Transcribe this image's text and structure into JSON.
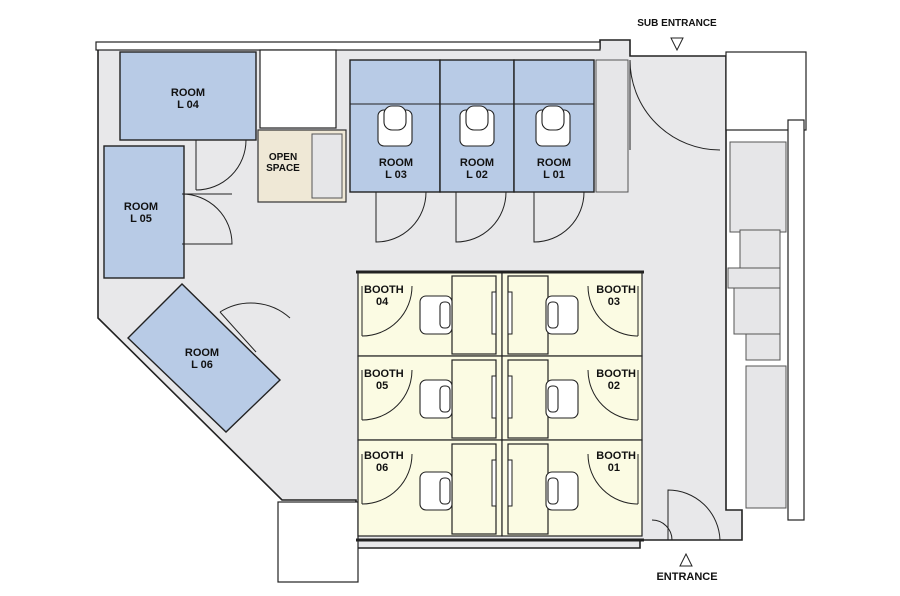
{
  "markers": {
    "sub_entrance": "SUB ENTRANCE",
    "entrance": "ENTRANCE"
  },
  "rooms": {
    "l04": [
      "ROOM",
      "L 04"
    ],
    "l05": [
      "ROOM",
      "L 05"
    ],
    "l06": [
      "ROOM",
      "L 06"
    ],
    "l03": [
      "ROOM",
      "L 03"
    ],
    "l02": [
      "ROOM",
      "L 02"
    ],
    "l01": [
      "ROOM",
      "L 01"
    ]
  },
  "open_space": [
    "OPEN",
    "SPACE"
  ],
  "booths": {
    "b04": [
      "BOOTH",
      "04"
    ],
    "b03": [
      "BOOTH",
      "03"
    ],
    "b05": [
      "BOOTH",
      "05"
    ],
    "b02": [
      "BOOTH",
      "02"
    ],
    "b06": [
      "BOOTH",
      "06"
    ],
    "b01": [
      "BOOTH",
      "01"
    ]
  },
  "colors": {
    "room_fill": "#b8cbe6",
    "booth_fill": "#fbfbe3",
    "floor_fill": "#e8e8ea",
    "open_space_fill": "#efe8d6"
  }
}
